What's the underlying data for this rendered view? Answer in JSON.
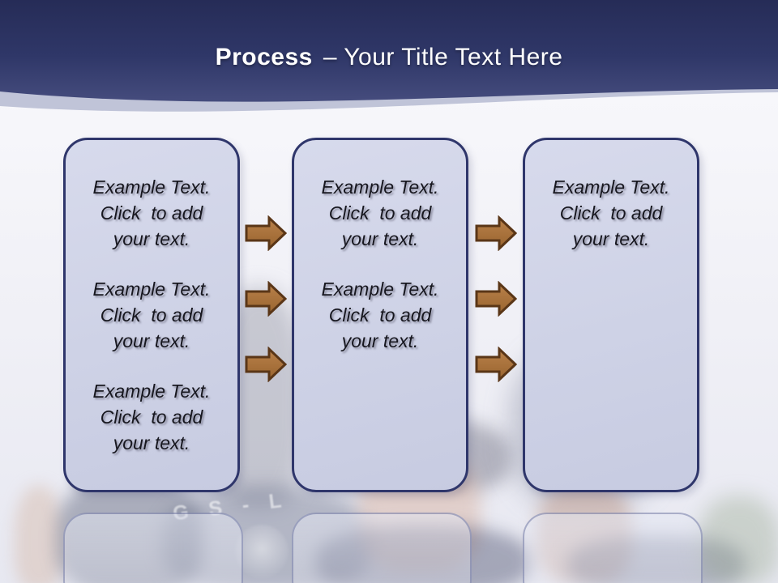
{
  "title": {
    "keyword": "Process",
    "subtitle": "– Your Title Text Here"
  },
  "process_boxes": [
    {
      "text_blocks": [
        {
          "lines": [
            "Example Text.",
            "Click  to add",
            "your text."
          ]
        },
        {
          "lines": [
            "Example Text.",
            "Click  to add",
            "your text."
          ]
        },
        {
          "lines": [
            "Example Text.",
            "Click  to add",
            "your text."
          ]
        }
      ]
    },
    {
      "text_blocks": [
        {
          "lines": [
            "Example Text.",
            "Click  to add",
            "your text."
          ]
        },
        {
          "lines": [
            "Example Text.",
            "Click  to add",
            "your text."
          ]
        }
      ]
    },
    {
      "text_blocks": [
        {
          "lines": [
            "Example Text.",
            "Click  to add",
            "your text."
          ]
        }
      ]
    }
  ],
  "arrows": {
    "icon": "right-block-arrow",
    "gaps": 2,
    "arrows_per_gap": 3
  },
  "background_photo": {
    "shirt_text": "G S - L"
  },
  "colors": {
    "header_top": "#262c57",
    "header_mid": "#2f3768",
    "header_bottom": "#454c7d",
    "band": "#9ba1c1",
    "bg_top": "#fafafd",
    "bg_bottom": "#e7e8f1",
    "box_fill": "#ced2e6",
    "box_border": "#2f366b",
    "box_text": "#17171f",
    "arrow_fill": "#a8713c",
    "arrow_border": "#5a3617",
    "title_color": "#ffffff"
  }
}
